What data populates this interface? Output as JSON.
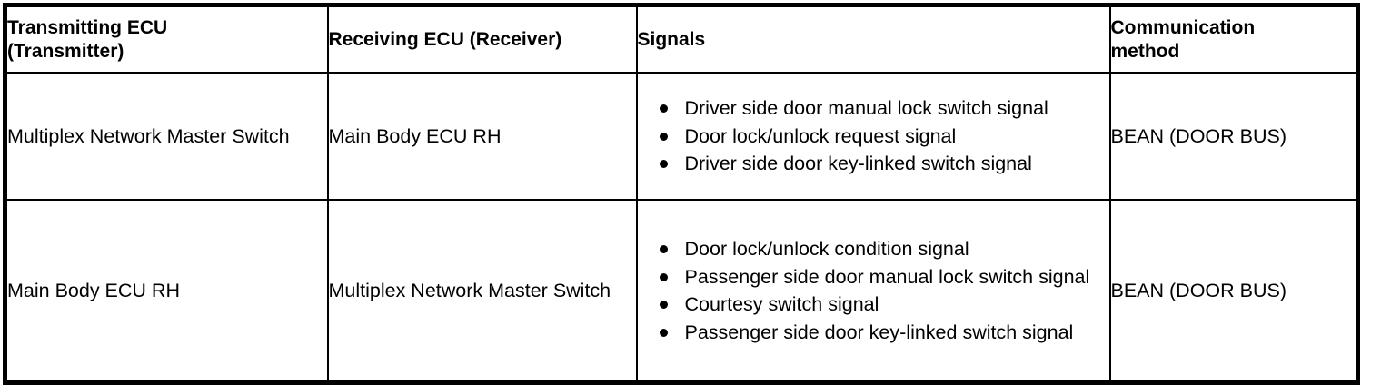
{
  "table": {
    "headers": [
      "Transmitting ECU\n(Transmitter)",
      "Receiving ECU (Receiver)",
      "Signals",
      "Communication\nmethod"
    ],
    "header_lines": {
      "transmitter_l1": "Transmitting ECU",
      "transmitter_l2": "(Transmitter)",
      "receiver": "Receiving ECU (Receiver)",
      "signals": "Signals",
      "method_l1": "Communication",
      "method_l2": "method"
    },
    "rows": [
      {
        "transmitter": "Multiplex Network Master Switch",
        "receiver": "Main Body ECU RH",
        "signals": [
          "Driver side door manual lock switch signal",
          "Door lock/unlock request signal",
          "Driver side door key-linked switch signal"
        ],
        "method": "BEAN (DOOR BUS)"
      },
      {
        "transmitter": "Main Body ECU RH",
        "receiver": "Multiplex Network Master Switch",
        "signals": [
          "Door lock/unlock condition signal",
          "Passenger side door manual lock switch signal",
          "Courtesy switch signal",
          "Passenger side door key-linked switch signal"
        ],
        "method": "BEAN (DOOR BUS)"
      }
    ]
  },
  "colors": {
    "border": "#000000",
    "text": "#000000",
    "background": "#ffffff"
  }
}
